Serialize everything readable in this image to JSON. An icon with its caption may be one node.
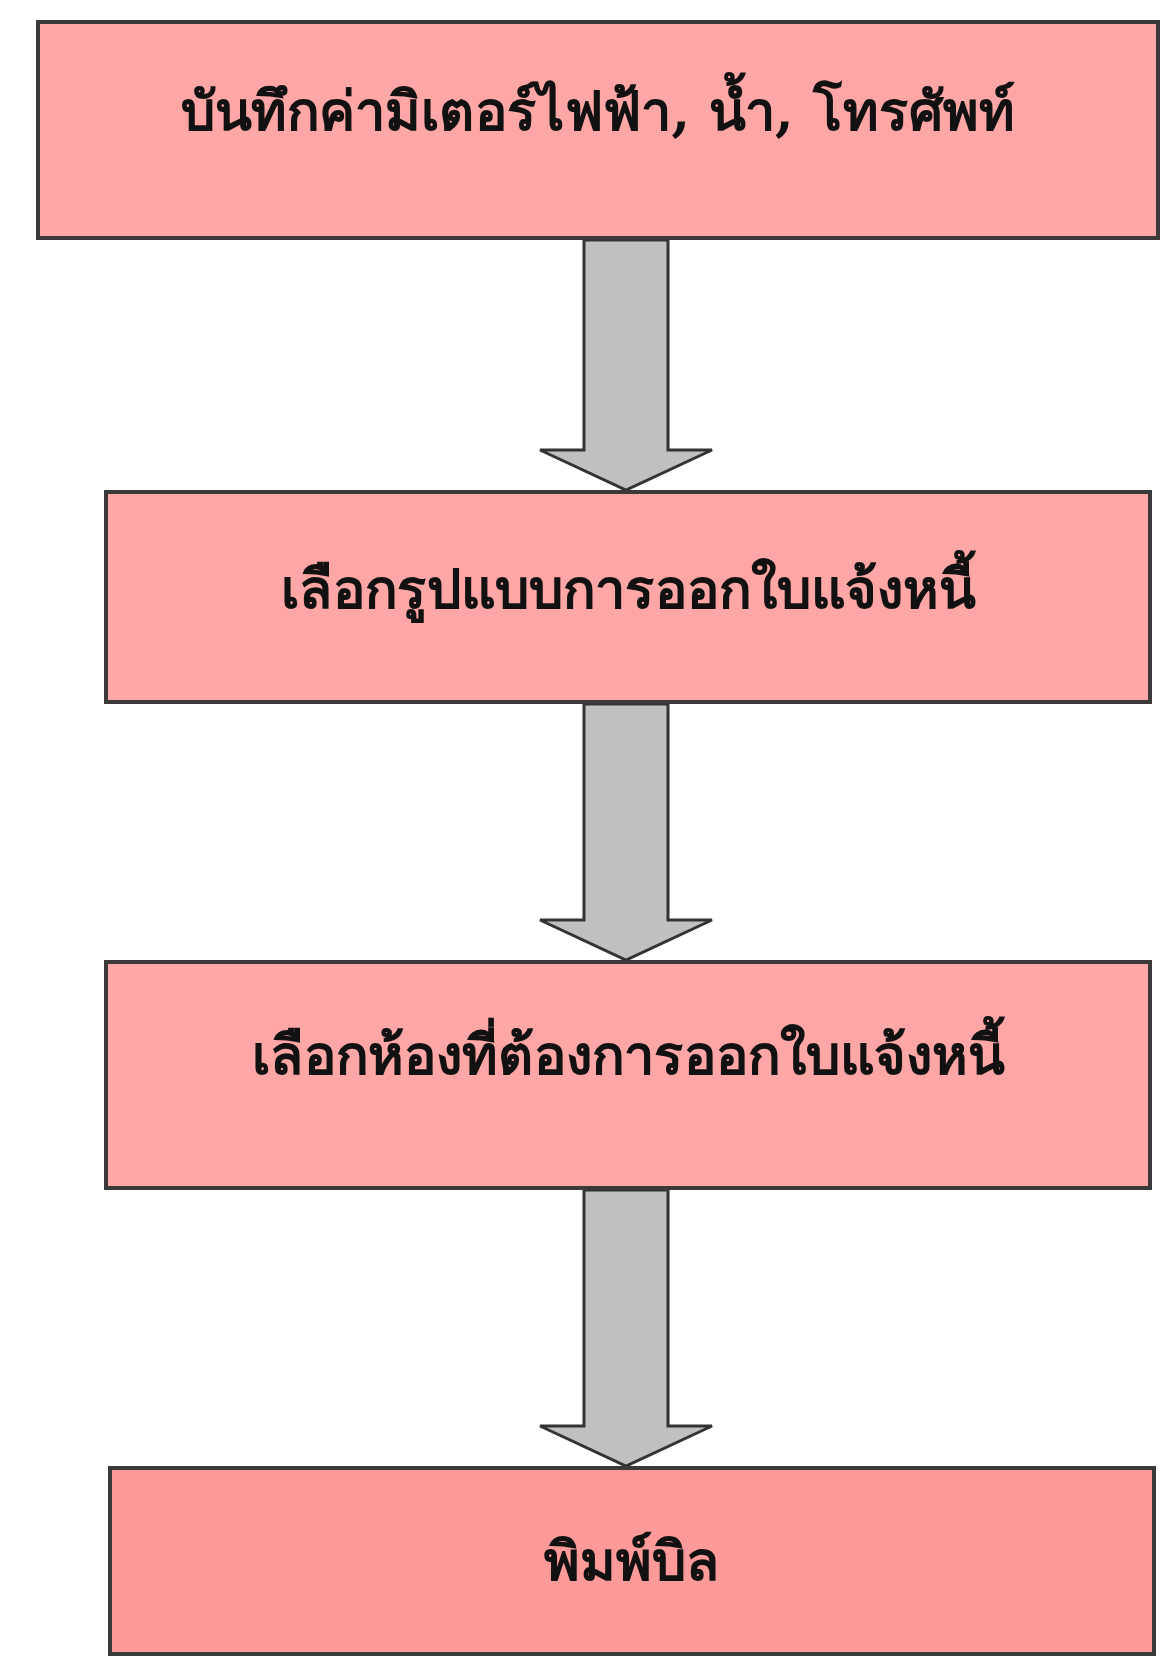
{
  "diagram": {
    "nodes": [
      {
        "text": [
          "บันทึกค่ามิเตอร์ไฟฟ้า, น้ำ, โทรศัพท์"
        ]
      },
      {
        "text": [
          "เลือกรูปแบบการออกใบแจ้งหนี้"
        ]
      },
      {
        "text": [
          "เลือกห้องที่ต้องการออกใบแจ้งหนี้"
        ]
      },
      {
        "text": [
          "พิมพ์บิล"
        ]
      }
    ],
    "edges": [
      {
        "from": 0,
        "to": 1,
        "arrow": "to"
      },
      {
        "from": 1,
        "to": 2,
        "arrow": "to"
      },
      {
        "from": 2,
        "to": 3,
        "arrow": "to"
      }
    ]
  }
}
